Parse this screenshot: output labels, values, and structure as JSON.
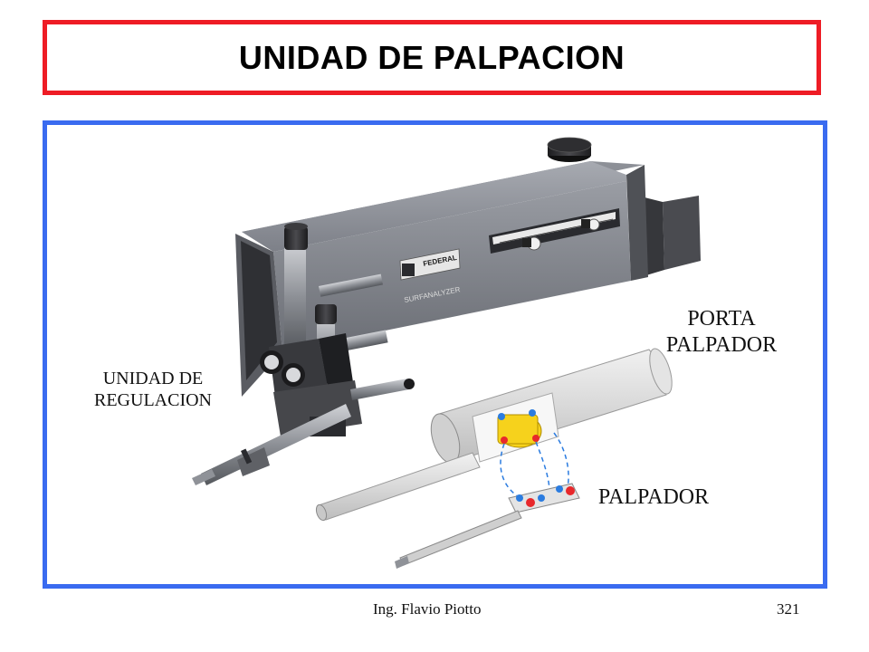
{
  "slide": {
    "title": "UNIDAD DE PALPACION",
    "labels": {
      "regulacion_line1": "UNIDAD DE",
      "regulacion_line2": "REGULACION",
      "porta_line1": "PORTA",
      "porta_line2": "PALPADOR",
      "palpador": "PALPADOR"
    },
    "instrument": {
      "brand_plate": "FEDERAL",
      "model": "SURFANALYZER"
    },
    "footer": {
      "author": "Ing.  Flavio Piotto",
      "page_number": "321"
    }
  },
  "colors": {
    "title_border": "#ee1c25",
    "content_border": "#3a6bf0",
    "instrument_body": "#7e8189",
    "probe_dot_red": "#e8282b",
    "probe_dot_blue": "#2b7ce0",
    "probe_holder_yellow": "#f6d21c"
  }
}
